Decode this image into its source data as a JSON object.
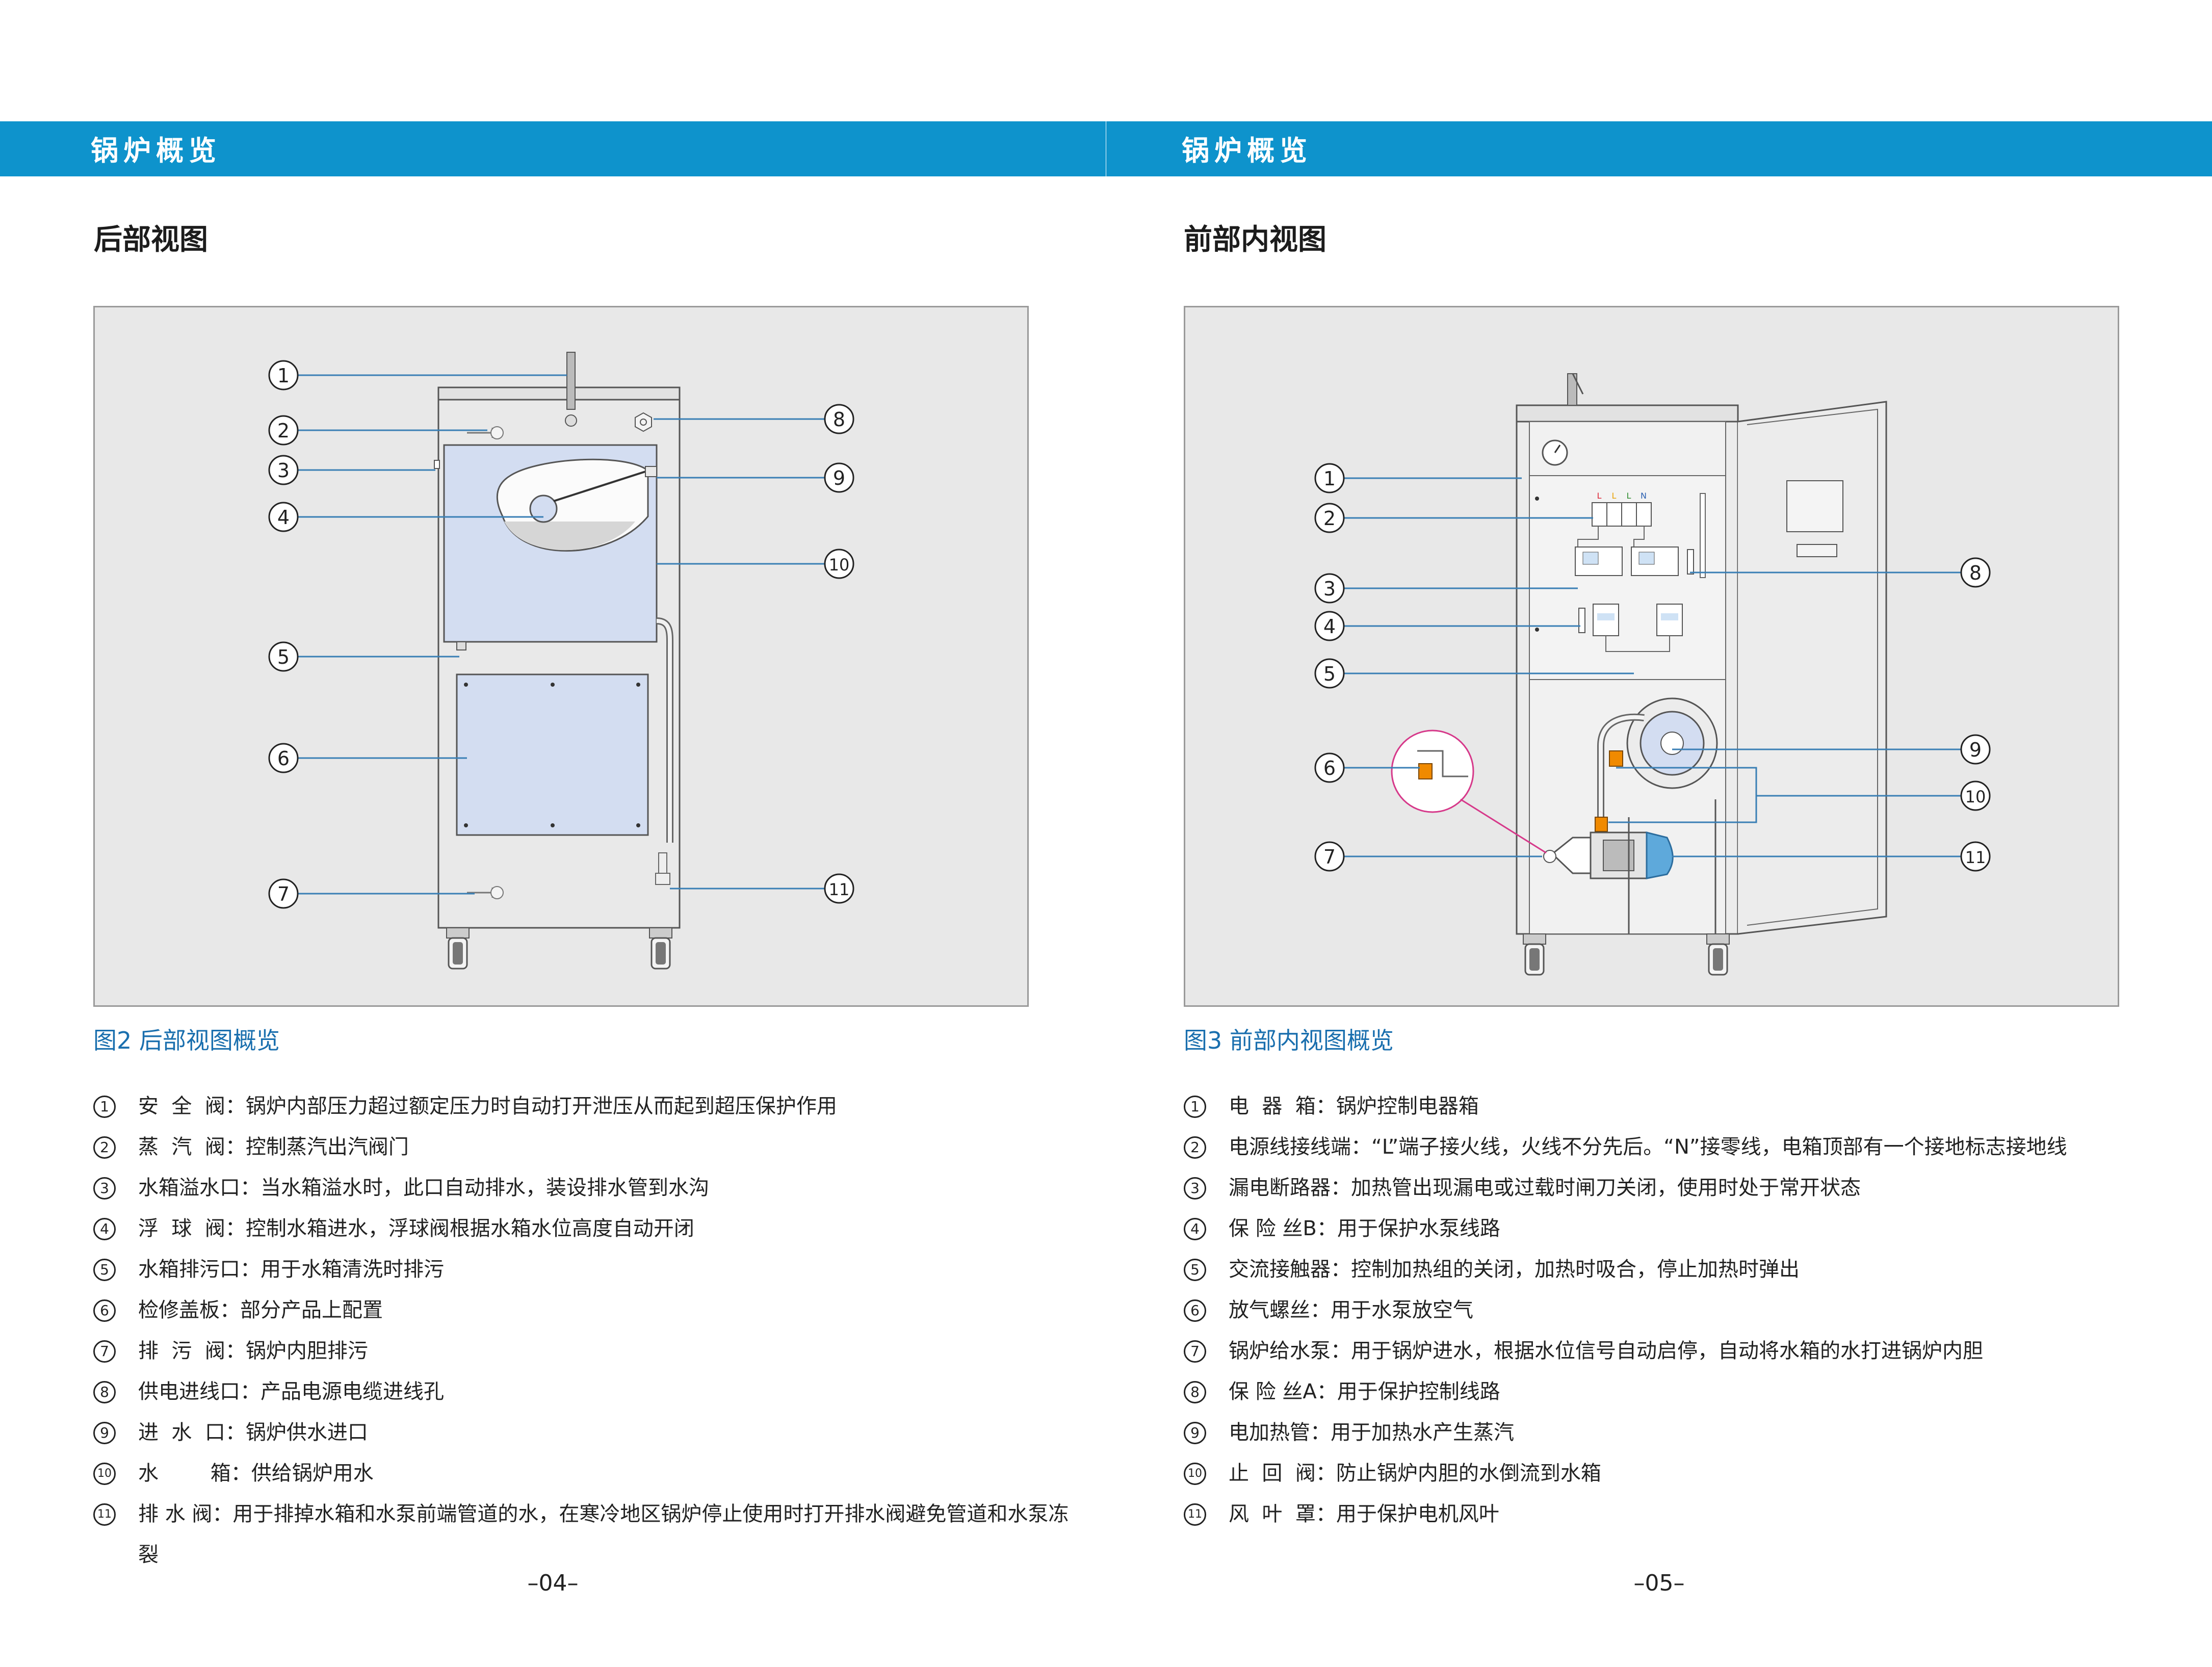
{
  "left_page": {
    "band_title": "锅炉概览",
    "section_title": "后部视图",
    "caption": "图2 后部视图概览",
    "callouts": [
      "1",
      "2",
      "3",
      "4",
      "5",
      "6",
      "7",
      "8",
      "9",
      "10",
      "11"
    ],
    "items": [
      {
        "num": "1",
        "text": "安  全  阀：锅炉内部压力超过额定压力时自动打开泄压从而起到超压保护作用"
      },
      {
        "num": "2",
        "text": "蒸  汽  阀：控制蒸汽出汽阀门"
      },
      {
        "num": "3",
        "text": "水箱溢水口：当水箱溢水时，此口自动排水，装设排水管到水沟"
      },
      {
        "num": "4",
        "text": "浮  球  阀：控制水箱进水，浮球阀根据水箱水位高度自动开闭"
      },
      {
        "num": "5",
        "text": "水箱排污口：用于水箱清洗时排污"
      },
      {
        "num": "6",
        "text": "检修盖板：部分产品上配置"
      },
      {
        "num": "7",
        "text": "排  污  阀：锅炉内胆排污"
      },
      {
        "num": "8",
        "text": "供电进线口：产品电源电缆进线孔"
      },
      {
        "num": "9",
        "text": "进  水  口：锅炉供水进口"
      },
      {
        "num": "10",
        "text": "水        箱：供给锅炉用水"
      },
      {
        "num": "11",
        "text": "排  水  阀：用于排掉水箱和水泵前端管道的水，在寒冷地区锅炉停止使用时打开排水阀避免管道和水泵冻裂"
      }
    ],
    "page_number": "–04–"
  },
  "right_page": {
    "band_title": "锅炉概览",
    "section_title": "前部内视图",
    "caption": "图3 前部内视图概览",
    "callouts": [
      "1",
      "2",
      "3",
      "4",
      "5",
      "6",
      "7",
      "8",
      "9",
      "10",
      "11"
    ],
    "terminal_labels": [
      "L",
      "L",
      "L",
      "N"
    ],
    "items": [
      {
        "num": "1",
        "text": "电  器  箱：锅炉控制电器箱"
      },
      {
        "num": "2",
        "text": "电源线接线端：“L”端子接火线，火线不分先后。“N”接零线，电箱顶部有一个接地标志接地线"
      },
      {
        "num": "3",
        "text": "漏电断路器：加热管出现漏电或过载时闸刀关闭，使用时处于常开状态"
      },
      {
        "num": "4",
        "text": "保 险 丝B：用于保护水泵线路"
      },
      {
        "num": "5",
        "text": "交流接触器：控制加热组的关闭，加热时吸合，停止加热时弹出"
      },
      {
        "num": "6",
        "text": "放气螺丝：用于水泵放空气"
      },
      {
        "num": "7",
        "text": "锅炉给水泵：用于锅炉进水，根据水位信号自动启停，自动将水箱的水打进锅炉内胆"
      },
      {
        "num": "8",
        "text": "保 险 丝A：用于保护控制线路"
      },
      {
        "num": "9",
        "text": "电加热管：用于加热水产生蒸汽"
      },
      {
        "num": "10",
        "text": "止  回  阀：防止锅炉内胆的水倒流到水箱"
      },
      {
        "num": "11",
        "text": "风  叶  罩：用于保护电机风叶"
      }
    ],
    "page_number": "–05–"
  },
  "colors": {
    "band": "#0e93cc",
    "caption": "#1a6fae",
    "leader_line": "#3a7fb5",
    "tank_fill": "#d3ddf1",
    "pump_fan": "#5ea9db",
    "accent_orange": "#f08a00",
    "zoom_circle": "#d6398a"
  }
}
